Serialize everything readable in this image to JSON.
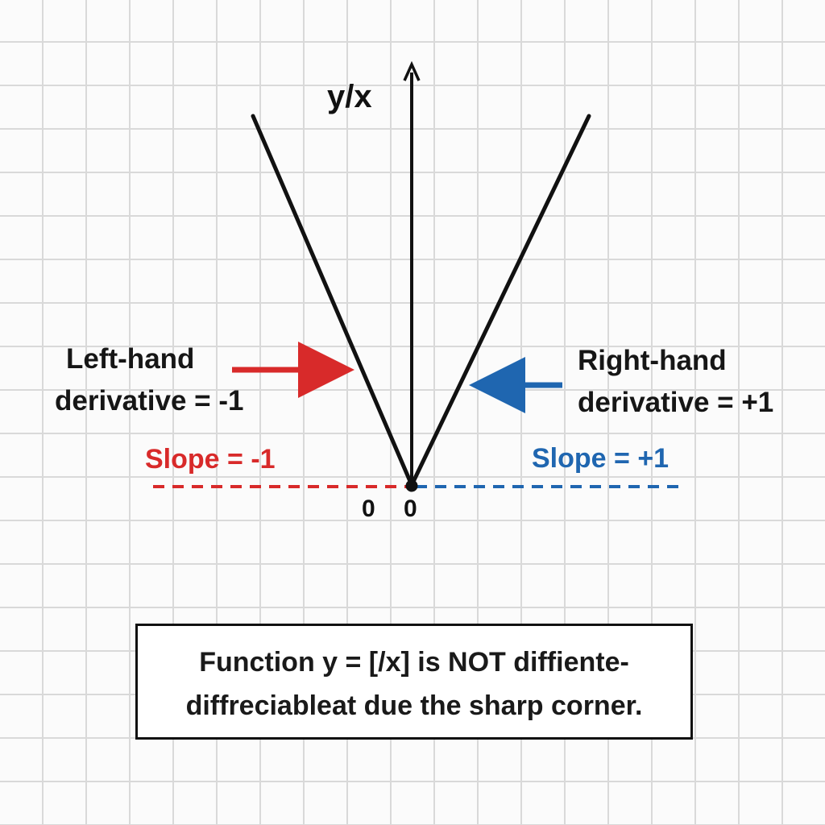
{
  "axis": {
    "label": "y/x"
  },
  "annotations": {
    "left": {
      "line1": "Left-hand",
      "line2": "derivative = -1",
      "slope": "Slope = -1",
      "color": "#d82a2a"
    },
    "right": {
      "line1": "Right-hand",
      "line2": "derivative = +1",
      "slope": "Slope = +1",
      "color": "#1f66b0"
    }
  },
  "ticks": [
    "0",
    "0"
  ],
  "note": {
    "line1": "Function y = [/x] is NOT diffiente-",
    "line2": "diffreciableat due the sharp corner."
  },
  "colors": {
    "curve": "#111111",
    "grid": "#d9d9d9"
  }
}
